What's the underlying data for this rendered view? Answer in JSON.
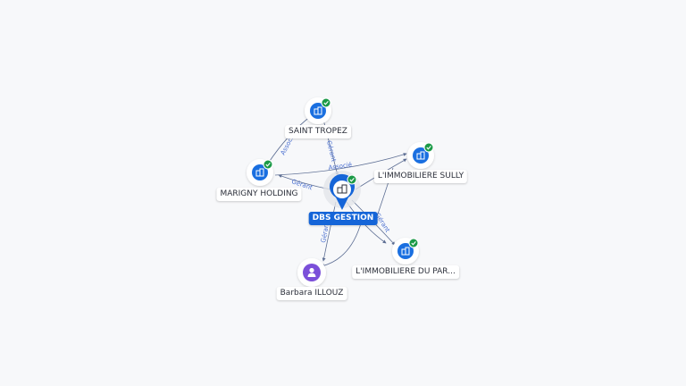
{
  "colors": {
    "company_blue": "#1a6fe0",
    "main_blue": "#1565d8",
    "person_purple": "#7b4fd9",
    "check_green": "#1b9a47",
    "edge": "#5e6f94"
  },
  "nodes": {
    "dbs_gestion": {
      "label": "DBS GESTION",
      "icon": "building-icon"
    },
    "saint_tropez": {
      "label": "SAINT TROPEZ",
      "icon": "building-icon"
    },
    "marigny_holding": {
      "label": "MARIGNY HOLDING",
      "icon": "building-icon"
    },
    "immobiliere_sully": {
      "label": "L'IMMOBILIERE SULLY",
      "icon": "building-icon"
    },
    "immobiliere_du_par": {
      "label": "L'IMMOBILIERE DU PAR...",
      "icon": "building-icon"
    },
    "barbara_illouz": {
      "label": "Barbara ILLOUZ",
      "icon": "person-icon"
    }
  },
  "edges": {
    "saint_tropez_dbs": "Gérant",
    "saint_tropez_marigny": "Associé",
    "marigny_sully": "Associé",
    "dbs_marigny": "Gérant",
    "dbs_parc": "Gérant",
    "dbs_barbara": "Gérant"
  }
}
